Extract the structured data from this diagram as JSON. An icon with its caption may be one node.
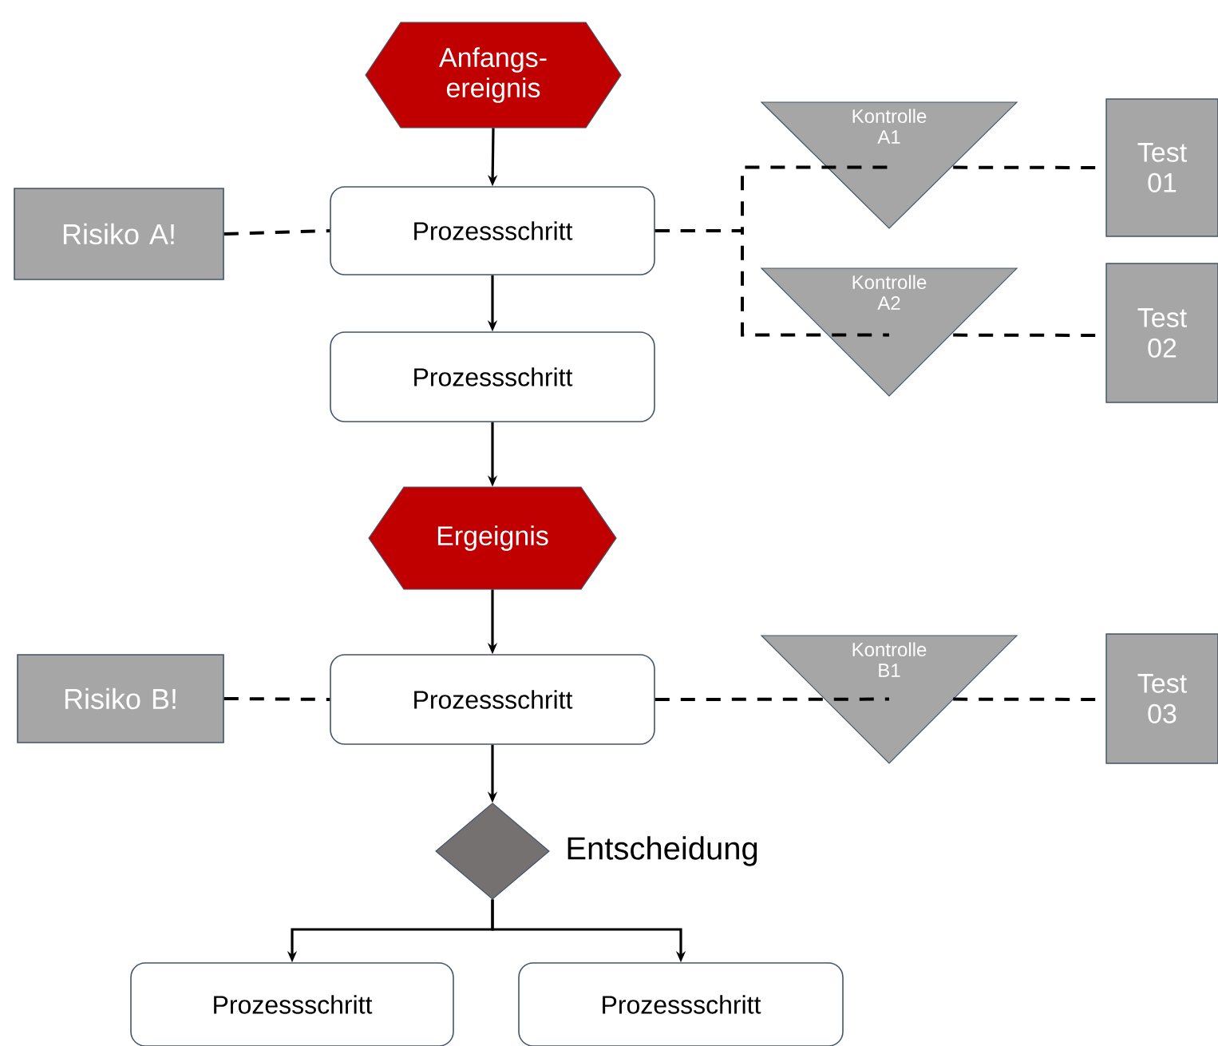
{
  "diagram": {
    "nodes": [
      {
        "text": [
          "Anfangs- ereignis"
        ]
      },
      {
        "text": [
          "Risiko A!"
        ]
      },
      {
        "text": [
          "Prozessschritt"
        ]
      },
      {
        "text": [
          "Kontrolle A1"
        ]
      },
      {
        "text": [
          "Test 01"
        ]
      },
      {
        "text": [
          "Kontrolle A2"
        ]
      },
      {
        "text": [
          "Test 02"
        ]
      },
      {
        "text": [
          "Prozessschritt"
        ]
      },
      {
        "text": [
          "Ergeignis"
        ]
      },
      {
        "text": [
          "Risiko B!"
        ]
      },
      {
        "text": [
          "Prozessschritt"
        ]
      },
      {
        "text": [
          "Kontrolle B1"
        ]
      },
      {
        "text": [
          "Test 03"
        ]
      },
      {
        "text": [],
        "shape": "diamond",
        "beside": [
          "Entscheidung"
        ]
      },
      {
        "text": [
          "Prozessschritt"
        ]
      },
      {
        "text": [
          "Prozessschritt"
        ]
      }
    ],
    "edges": [
      {
        "from": 0,
        "to": 2,
        "arrow": "to"
      },
      {
        "from": 1,
        "to": 2,
        "arrow": "none",
        "style": "dashed"
      },
      {
        "from": 2,
        "to": 3,
        "arrow": "none",
        "style": "dashed"
      },
      {
        "from": 3,
        "to": 4,
        "arrow": "none",
        "style": "dashed"
      },
      {
        "from": 2,
        "to": 5,
        "arrow": "none",
        "style": "dashed"
      },
      {
        "from": 5,
        "to": 6,
        "arrow": "none",
        "style": "dashed"
      },
      {
        "from": 2,
        "to": 7,
        "arrow": "to"
      },
      {
        "from": 7,
        "to": 8,
        "arrow": "to"
      },
      {
        "from": 8,
        "to": 10,
        "arrow": "to"
      },
      {
        "from": 9,
        "to": 10,
        "arrow": "none",
        "style": "dashed"
      },
      {
        "from": 10,
        "to": 11,
        "arrow": "none",
        "style": "dashed"
      },
      {
        "from": 11,
        "to": 12,
        "arrow": "none",
        "style": "dashed"
      },
      {
        "from": 10,
        "to": 13,
        "arrow": "to"
      },
      {
        "from": 13,
        "to": 14,
        "arrow": "to"
      },
      {
        "from": 13,
        "to": 15,
        "arrow": "to"
      }
    ]
  }
}
